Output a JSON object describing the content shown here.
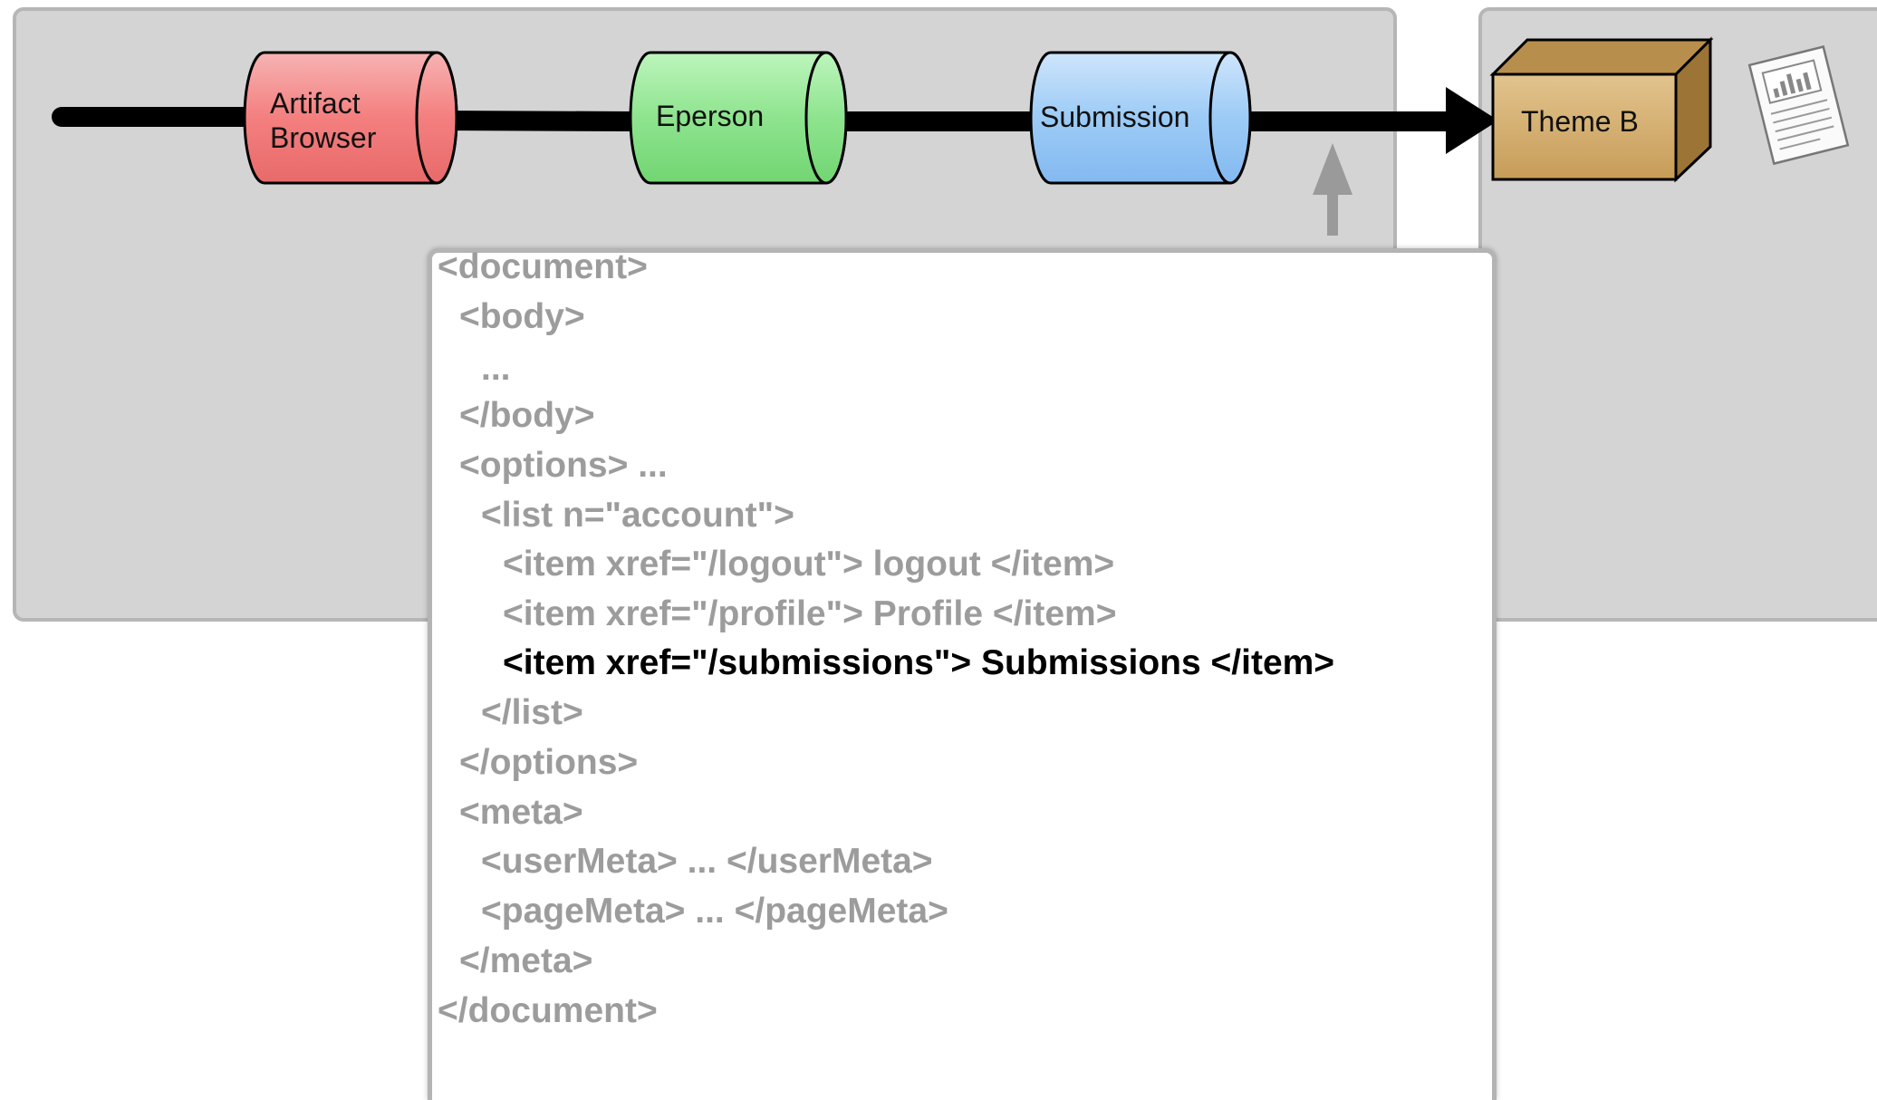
{
  "pipeline": {
    "nodes": [
      {
        "id": "artifact",
        "label": "Artifact\nBrowser",
        "color": "#f5a0a0"
      },
      {
        "id": "eperson",
        "label": "Eperson",
        "color": "#a8eca8"
      },
      {
        "id": "submission",
        "label": "Submission",
        "color": "#a8cdf5"
      }
    ],
    "theme": {
      "label": "Theme B",
      "color": "#d7b47a"
    }
  },
  "document_icon": "document-chart-icon",
  "xml_lines": [
    {
      "text": "<document>",
      "indent": 0,
      "highlight": false
    },
    {
      "text": "<body>",
      "indent": 1,
      "highlight": false
    },
    {
      "text": "...",
      "indent": 2,
      "highlight": false
    },
    {
      "text": "</body>",
      "indent": 1,
      "highlight": false
    },
    {
      "text": "<options> ...",
      "indent": 1,
      "highlight": false
    },
    {
      "text": "<list n=\"account\">",
      "indent": 2,
      "highlight": false
    },
    {
      "text": "<item xref=\"/logout\"> logout </item>",
      "indent": 3,
      "highlight": false
    },
    {
      "text": "<item xref=\"/profile\"> Profile </item>",
      "indent": 3,
      "highlight": false
    },
    {
      "text": "<item xref=\"/submissions\"> Submissions </item>",
      "indent": 3,
      "highlight": true
    },
    {
      "text": "</list>",
      "indent": 2,
      "highlight": false
    },
    {
      "text": "</options>",
      "indent": 1,
      "highlight": false
    },
    {
      "text": "<meta>",
      "indent": 1,
      "highlight": false
    },
    {
      "text": "<userMeta> ... </userMeta>",
      "indent": 2,
      "highlight": false
    },
    {
      "text": "<pageMeta> ... </pageMeta>",
      "indent": 2,
      "highlight": false
    },
    {
      "text": "</meta>",
      "indent": 1,
      "highlight": false
    },
    {
      "text": "</document>",
      "indent": 0,
      "highlight": false
    }
  ],
  "colors": {
    "panel": "#d4d4d4",
    "code_text": "#9c9c9c",
    "code_highlight": "#000000"
  }
}
